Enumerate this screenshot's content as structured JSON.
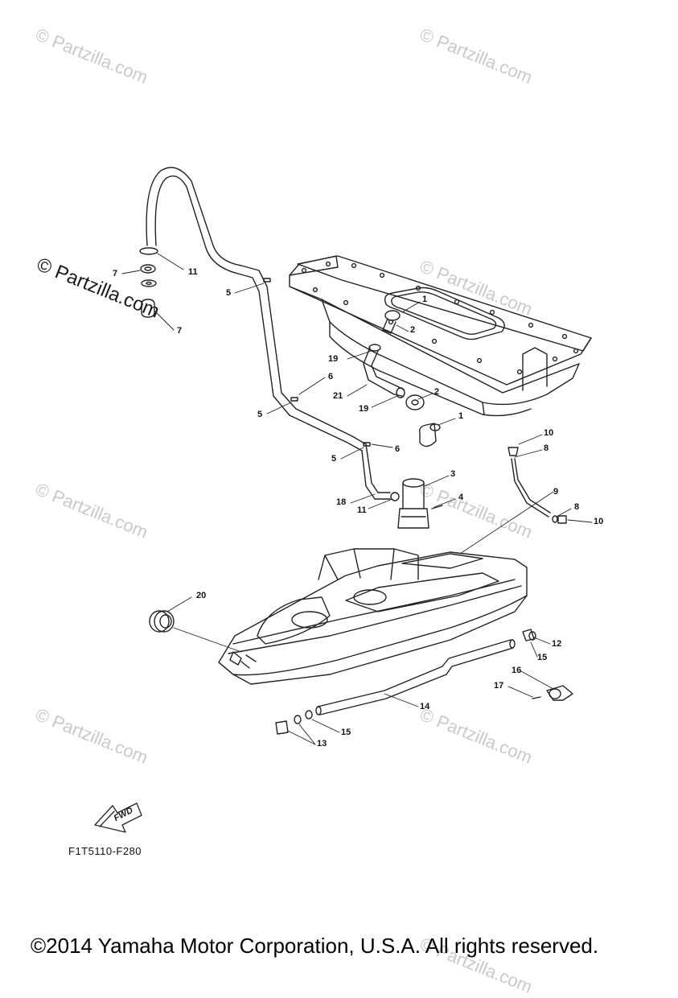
{
  "watermarks": {
    "text": "© Partzilla.com",
    "main": "© Partzilla.com"
  },
  "callouts": {
    "c1a": "1",
    "c2a": "2",
    "c19a": "19",
    "c6a": "6",
    "c21": "21",
    "c19b": "19",
    "c2b": "2",
    "c1b": "1",
    "c5a": "5",
    "c5b": "5",
    "c5c": "5",
    "c6b": "6",
    "c11a": "11",
    "c7a": "7",
    "c7b": "7",
    "c3": "3",
    "c4": "4",
    "c18": "18",
    "c11b": "11",
    "c10a": "10",
    "c8a": "8",
    "c9": "9",
    "c8b": "8",
    "c10b": "10",
    "c20": "20",
    "c12": "12",
    "c15a": "15",
    "c16": "16",
    "c17": "17",
    "c14": "14",
    "c15b": "15",
    "c13": "13"
  },
  "fwd_label": "FWD",
  "figure_code": "F1T5110-F280",
  "copyright": "©2014 Yamaha Motor Corporation, U.S.A. All rights reserved."
}
